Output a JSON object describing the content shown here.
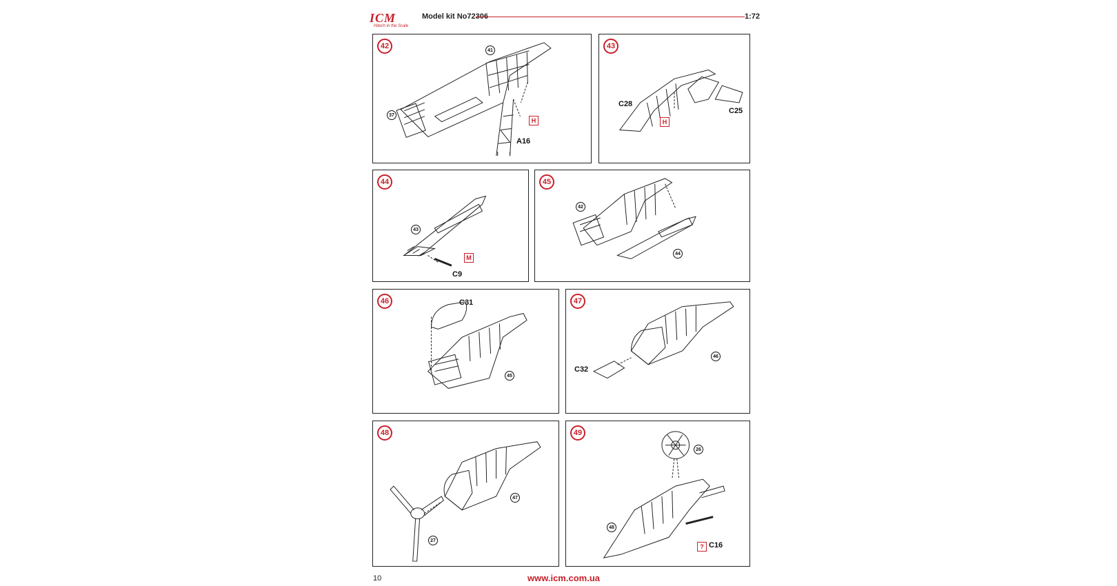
{
  "header": {
    "logo_text": "ICM",
    "logo_tagline": "Hitech in the Scale",
    "kit_label": "Model kit No72306",
    "scale": "1:72"
  },
  "steps": [
    {
      "number": "42",
      "refs": [
        "41",
        "37"
      ],
      "parts": [
        "A16"
      ],
      "codes": [
        "H"
      ]
    },
    {
      "number": "43",
      "refs": [],
      "parts": [
        "C28",
        "C25"
      ],
      "codes": [
        "H"
      ]
    },
    {
      "number": "44",
      "refs": [
        "43"
      ],
      "parts": [
        "C9"
      ],
      "codes": [
        "M"
      ]
    },
    {
      "number": "45",
      "refs": [
        "42",
        "44"
      ],
      "parts": [],
      "codes": []
    },
    {
      "number": "46",
      "refs": [
        "45"
      ],
      "parts": [
        "C31"
      ],
      "codes": []
    },
    {
      "number": "47",
      "refs": [
        "46"
      ],
      "parts": [
        "C32"
      ],
      "codes": []
    },
    {
      "number": "48",
      "refs": [
        "47",
        "27"
      ],
      "parts": [],
      "codes": []
    },
    {
      "number": "49",
      "refs": [
        "26",
        "48"
      ],
      "parts": [
        "C16"
      ],
      "codes": [
        "?"
      ]
    }
  ],
  "footer": {
    "page_number": "10",
    "url": "www.icm.com.ua"
  },
  "colors": {
    "accent": "#c8202a",
    "line": "#222222"
  }
}
